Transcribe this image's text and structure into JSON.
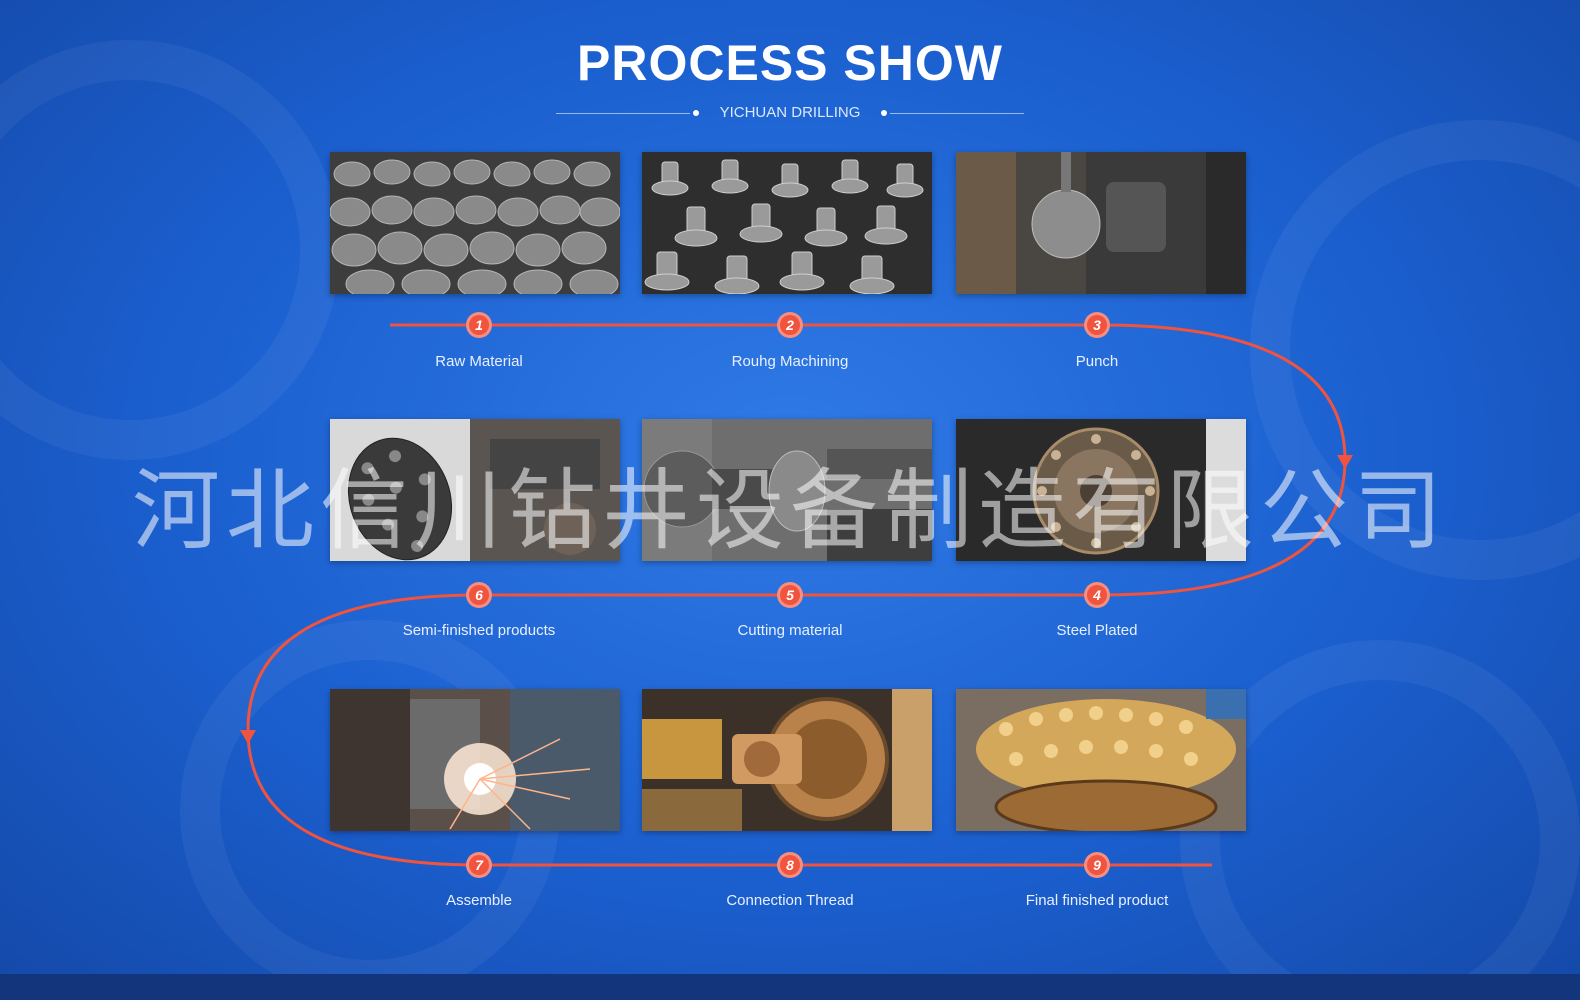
{
  "header": {
    "title": "PROCESS SHOW",
    "subtitle": "YICHUAN DRILLING"
  },
  "steps": [
    {
      "number": "1",
      "label": "Raw Material"
    },
    {
      "number": "2",
      "label": "Rouhg Machining"
    },
    {
      "number": "3",
      "label": "Punch"
    },
    {
      "number": "4",
      "label": "Steel Plated"
    },
    {
      "number": "5",
      "label": "Cutting material"
    },
    {
      "number": "6",
      "label": "Semi-finished products"
    },
    {
      "number": "7",
      "label": "Assemble"
    },
    {
      "number": "8",
      "label": "Connection Thread"
    },
    {
      "number": "9",
      "label": "Final finished product"
    }
  ],
  "watermark": "河北信川钻井设备制造有限公司",
  "colors": {
    "background": "#1b5fcf",
    "accent": "#f0533e",
    "text": "#ffffff"
  }
}
